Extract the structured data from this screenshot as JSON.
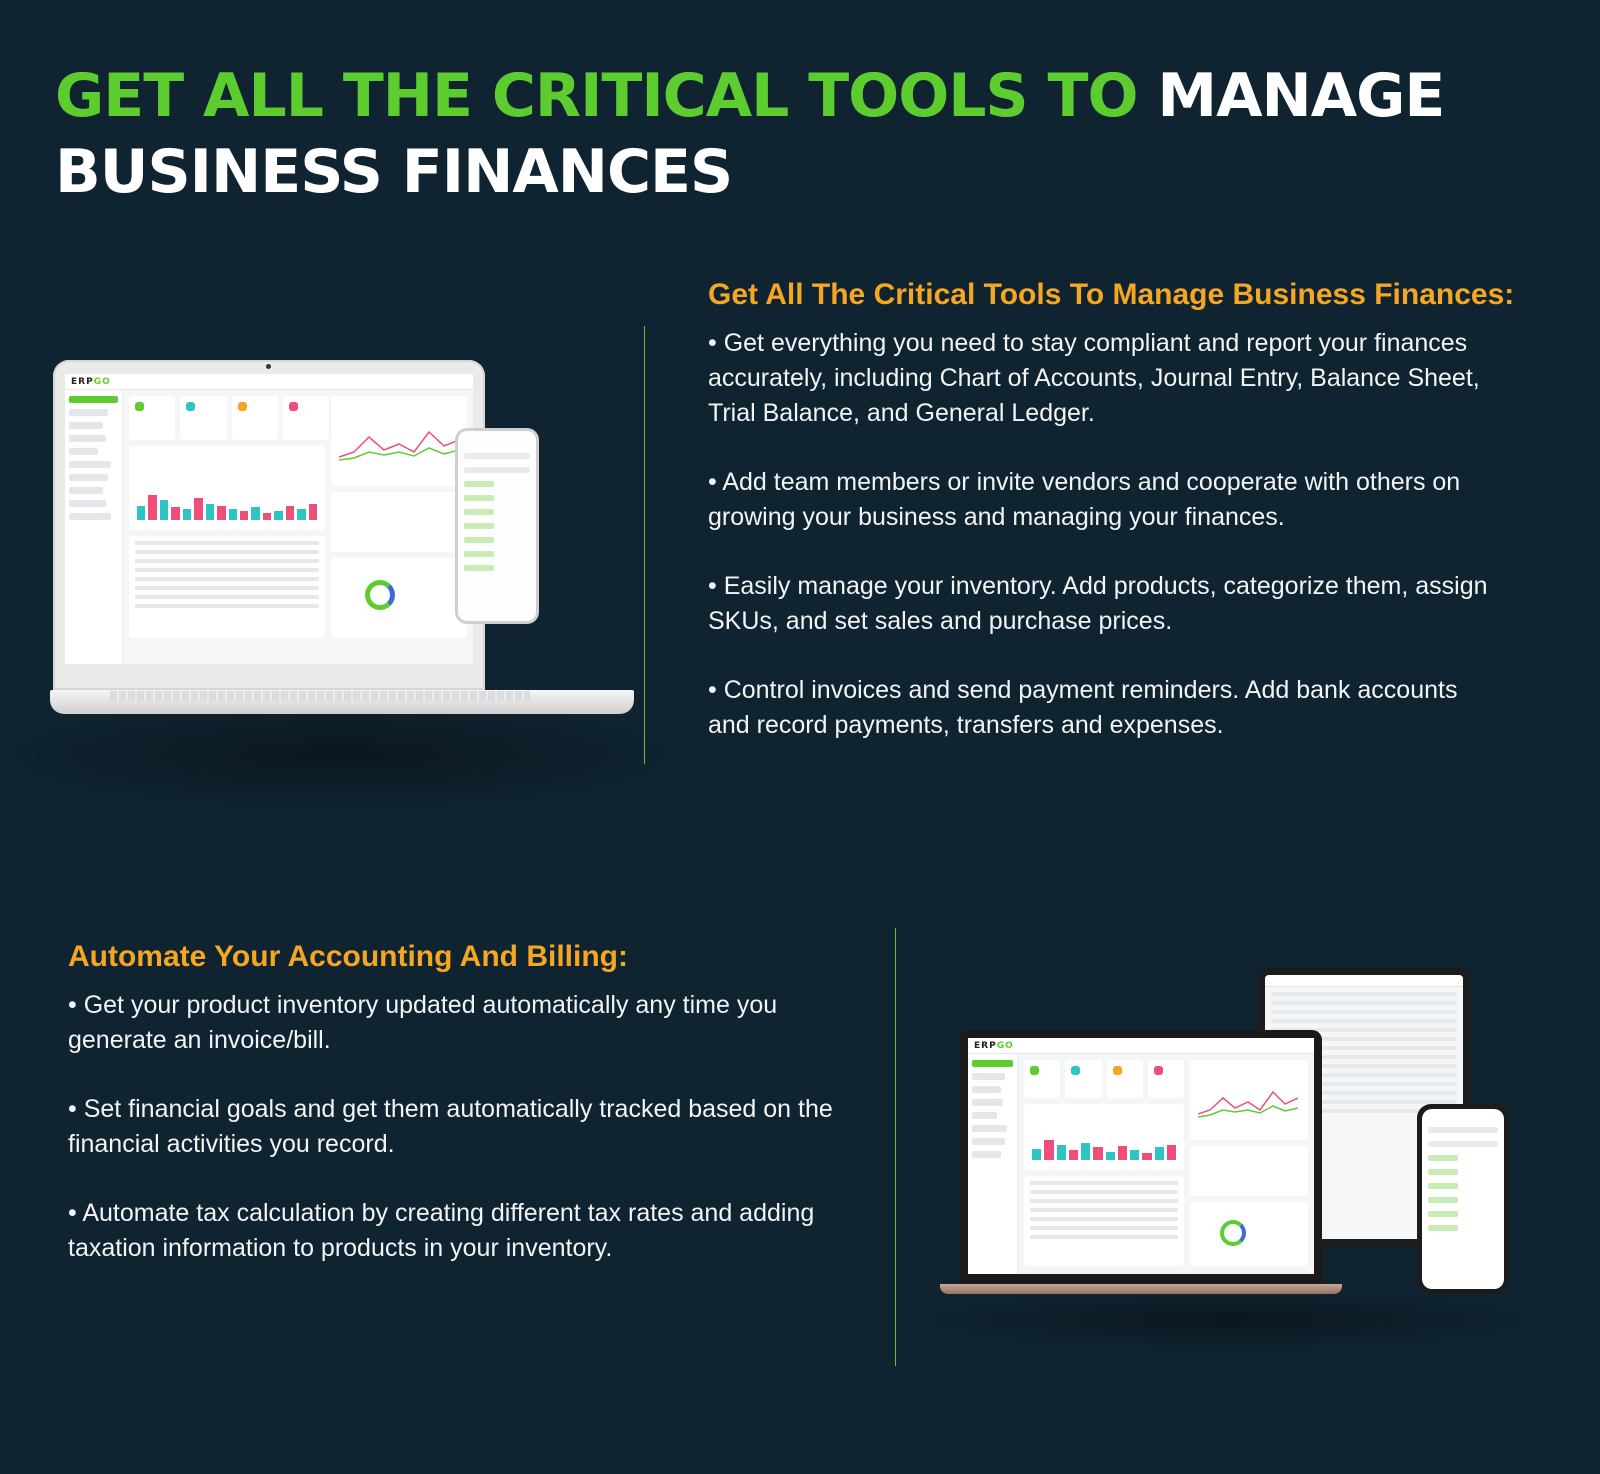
{
  "headline": {
    "green_text": "GET ALL THE CRITICAL TOOLS TO ",
    "white_text": "MANAGE BUSINESS FINANCES"
  },
  "section1": {
    "title": "Get All The Critical Tools To Manage Business Finances:",
    "bullets": [
      "• Get everything you need to stay compliant and report your finances accurately, including Chart of Accounts, Journal Entry, Balance Sheet, Trial Balance, and General Ledger.",
      "• Add team members or invite vendors and cooperate with others on growing your business and managing your finances.",
      "• Easily manage your inventory. Add products, categorize them, assign SKUs, and set sales and purchase prices.",
      "• Control invoices and send payment reminders. Add bank accounts and record payments, transfers and expenses."
    ]
  },
  "section2": {
    "title": "Automate Your Accounting And Billing:",
    "bullets": [
      "• Get your product inventory updated automatically any time you generate an invoice/bill.",
      "• Set financial goals and get them automatically tracked based on the financial activities you record.",
      "• Automate tax calculation by creating different tax rates and adding taxation information to products in your inventory."
    ]
  },
  "mockup": {
    "logo_prefix": "ERP",
    "logo_suffix": "GO"
  },
  "colors": {
    "background": "#0f2330",
    "headline_green": "#5dcc2f",
    "section_title": "#f5a623",
    "divider": "#6bbf3a"
  },
  "icons": [
    "laptop-mockup",
    "tablet-mockup",
    "phone-mockup"
  ]
}
